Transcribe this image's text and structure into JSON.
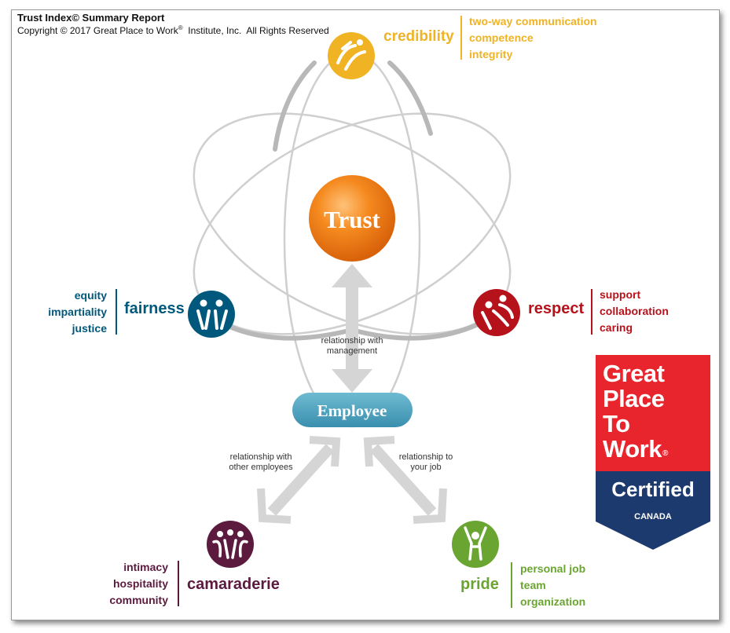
{
  "header": {
    "title": "Trust Index© Summary Report",
    "copyright_prefix": "Copyright © 2017 Great Place to Work",
    "copyright_reg": "®",
    "copyright_suffix": "  Institute, Inc.  All Rights Reserved"
  },
  "core": {
    "trust_label": "Trust",
    "employee_label": "Employee"
  },
  "relationships": {
    "management": [
      "relationship with",
      "management"
    ],
    "employees": [
      "relationship with",
      "other employees"
    ],
    "job": [
      "relationship to",
      "your job"
    ]
  },
  "dimensions": {
    "credibility": {
      "label": "credibility",
      "items": [
        "two-way communication",
        "competence",
        "integrity"
      ],
      "color": "#f0b323"
    },
    "fairness": {
      "label": "fairness",
      "items": [
        "equity",
        "impartiality",
        "justice"
      ],
      "color": "#00587c"
    },
    "respect": {
      "label": "respect",
      "items": [
        "support",
        "collaboration",
        "caring"
      ],
      "color": "#b5121b"
    },
    "camaraderie": {
      "label": "camaraderie",
      "items": [
        "intimacy",
        "hospitality",
        "community"
      ],
      "color": "#5c1a3f"
    },
    "pride": {
      "label": "pride",
      "items": [
        "personal job",
        "team",
        "organization"
      ],
      "color": "#6aa532"
    }
  },
  "badge": {
    "line1": "Great",
    "line2": "Place",
    "line3": "To",
    "line4": "Work",
    "reg": "®",
    "certified": "Certified",
    "country": "CANADA",
    "top_color": "#e8252d",
    "bottom_color": "#1c3a6e"
  },
  "colors": {
    "trust_orange": "#f28a1e",
    "employee_teal": "#4aa3bf",
    "orbit_gray": "#c8c8c8"
  }
}
